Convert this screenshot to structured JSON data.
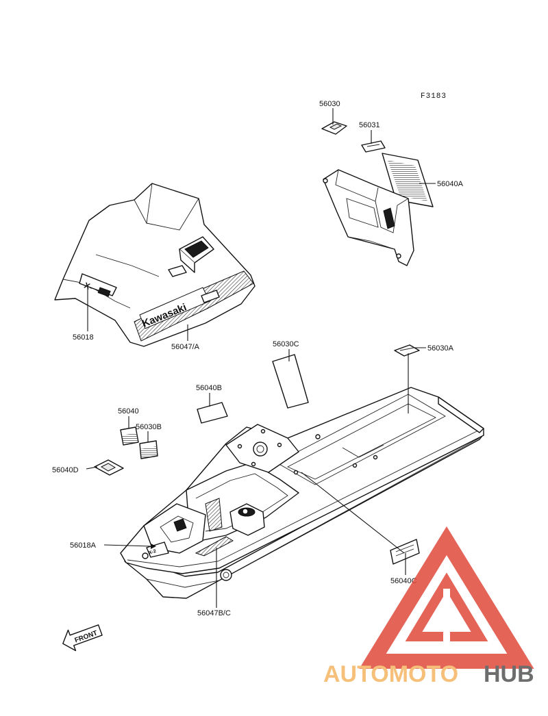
{
  "figure_code": "F3183",
  "front_label": "FRONT",
  "logo": {
    "word_a": "AUTOMOTO",
    "word_b": "HUB",
    "color_a": "#f7c07a",
    "color_b": "#6d6d6d",
    "triangle_color": "#e04a3c"
  },
  "callouts": [
    {
      "id": "56030",
      "text": "56030"
    },
    {
      "id": "56031",
      "text": "56031"
    },
    {
      "id": "56040A",
      "text": "56040A"
    },
    {
      "id": "56018",
      "text": "56018"
    },
    {
      "id": "56047A",
      "text": "56047/A"
    },
    {
      "id": "56030C",
      "text": "56030C"
    },
    {
      "id": "56030A",
      "text": "56030A"
    },
    {
      "id": "56040B",
      "text": "56040B"
    },
    {
      "id": "56040",
      "text": "56040"
    },
    {
      "id": "56030B",
      "text": "56030B"
    },
    {
      "id": "56040D",
      "text": "56040D"
    },
    {
      "id": "56018A",
      "text": "56018A"
    },
    {
      "id": "56047BC",
      "text": "56047B/C"
    },
    {
      "id": "56040C",
      "text": "56040C"
    }
  ]
}
